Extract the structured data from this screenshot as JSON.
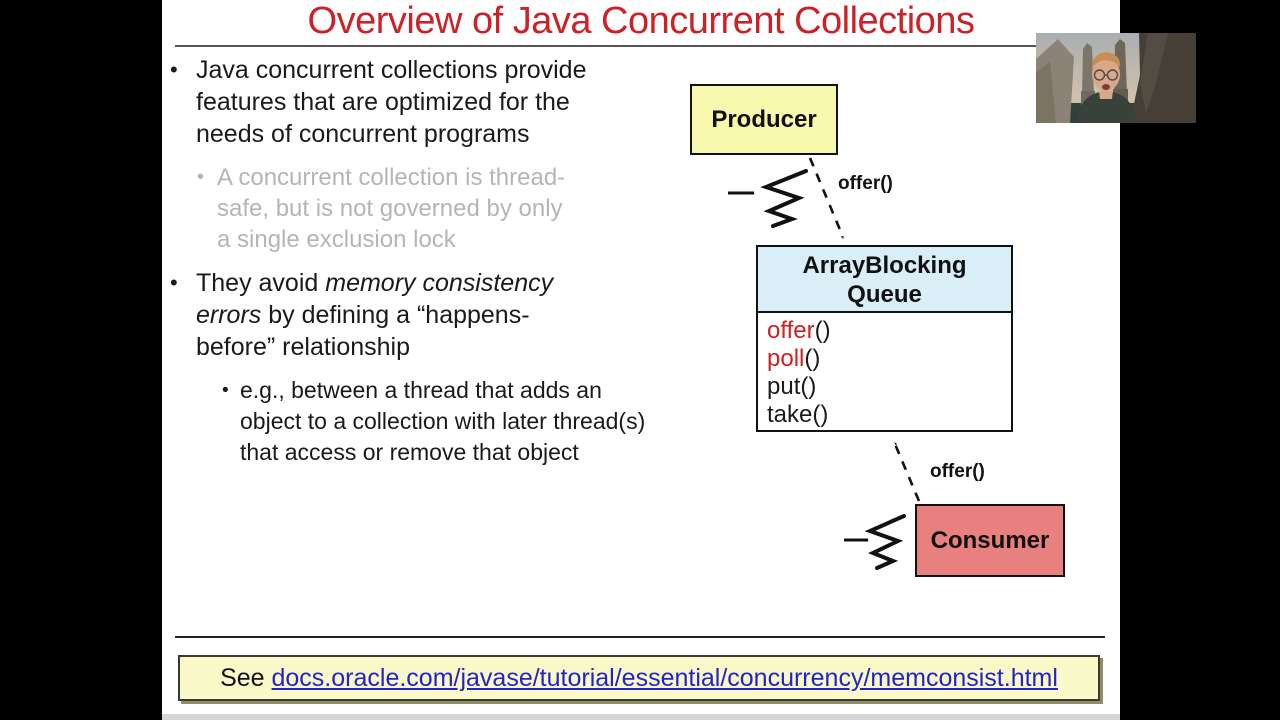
{
  "slide": {
    "title": "Overview of Java Concurrent Collections"
  },
  "content": {
    "b1": {
      "l1": "Java concurrent collections provide",
      "l2": "features that are optimized for the",
      "l3": "needs of concurrent programs"
    },
    "b1a": {
      "l1": "A concurrent collection is thread-",
      "l2": "safe, but is not governed by only",
      "l3": "a single exclusion lock"
    },
    "b2": {
      "l1pre": "They avoid ",
      "l1it": "memory consistency",
      "l2it": "errors",
      "l2post": " by defining a “happens-",
      "l3": "before” relationship"
    },
    "b2a": {
      "l1": "e.g., between a thread that adds an",
      "l2": "object to a collection with later thread(s)",
      "l3": "that access or remove that object"
    },
    "bullet_char_lvl1": "•",
    "bullet_char_lvl2": "•",
    "bullet_char_lvl3": "•"
  },
  "diagram": {
    "producer_label": "Producer",
    "consumer_label": "Consumer",
    "queue_title_line1": "ArrayBlocking",
    "queue_title_line2": "Queue",
    "methods": [
      {
        "name": "offer",
        "suffix": "()",
        "highlight": true
      },
      {
        "name": "poll",
        "suffix": "()",
        "highlight": true
      },
      {
        "name": "put",
        "suffix": "()",
        "highlight": false
      },
      {
        "name": "take",
        "suffix": "()",
        "highlight": false
      }
    ],
    "producer_arrow_label": "offer()",
    "consumer_arrow_label": "offer()",
    "icons": {
      "producer-thread-icon": "zigzag-squiggle-with-arrow",
      "consumer-thread-icon": "zigzag-squiggle-with-arrow",
      "producer-call-arrow": "dashed-arrow-down",
      "consumer-call-arrow": "dashed-arrow-up"
    }
  },
  "footer": {
    "prefix": "See ",
    "link": "docs.oracle.com/javase/tutorial/essential/concurrency/memconsist.html"
  },
  "colors": {
    "title_red": "#cc2127",
    "method_red": "#cc2222",
    "producer_fill": "#f8f8ae",
    "queue_header_fill": "#daeef7",
    "consumer_fill": "#e8807f",
    "footer_fill": "#fafac8",
    "link_blue": "#2323cc",
    "muted_gray_text": "#b5b5b5",
    "letterbox": "#000000"
  }
}
